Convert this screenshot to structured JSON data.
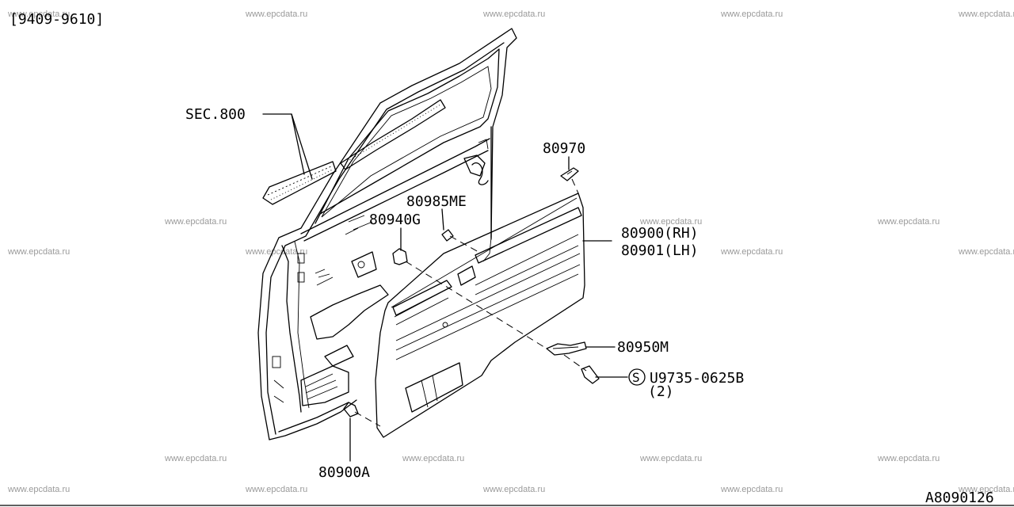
{
  "header": {
    "date_range": "[9409-9610]"
  },
  "footer": {
    "diagram_id": "A8090126"
  },
  "parts": {
    "sec": "SEC.800",
    "p80970": "80970",
    "p80985me": "80985ME",
    "p80940g": "80940G",
    "p80900rh": "80900(RH)",
    "p80901lh": "80901(LH)",
    "p80950m": "80950M",
    "screw_symbol": "S",
    "screw": "U9735-0625B",
    "screw_qty": "(2)",
    "p80900a": "80900A"
  },
  "watermark": {
    "text": "www.epcdata.ru",
    "color": "#9a9a9a"
  }
}
